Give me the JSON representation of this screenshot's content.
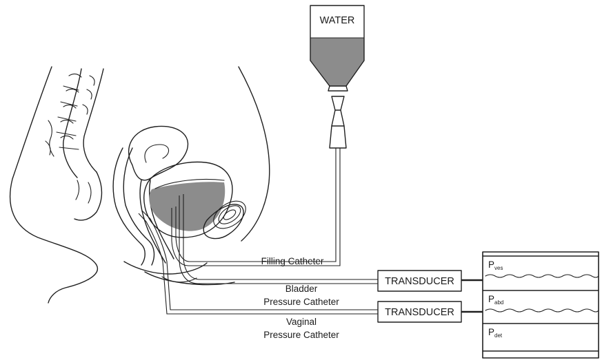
{
  "labels": {
    "water": "WATER",
    "filling_catheter": "Filling Catheter",
    "bladder_catheter_line1": "Bladder",
    "bladder_catheter_line2": "Pressure Catheter",
    "vaginal_catheter_line1": "Vaginal",
    "vaginal_catheter_line2": "Pressure Catheter",
    "transducer_1": "TRANSDUCER",
    "transducer_2": "TRANSDUCER"
  },
  "recorder": {
    "channels": [
      {
        "base": "P",
        "sub": "ves"
      },
      {
        "base": "P",
        "sub": "abd"
      },
      {
        "base": "P",
        "sub": "det"
      }
    ]
  },
  "colors": {
    "ink": "#1f1f1f",
    "water_fill": "#8c8c8c",
    "bladder_fill": "#8c8c8c",
    "background": "#ffffff"
  }
}
